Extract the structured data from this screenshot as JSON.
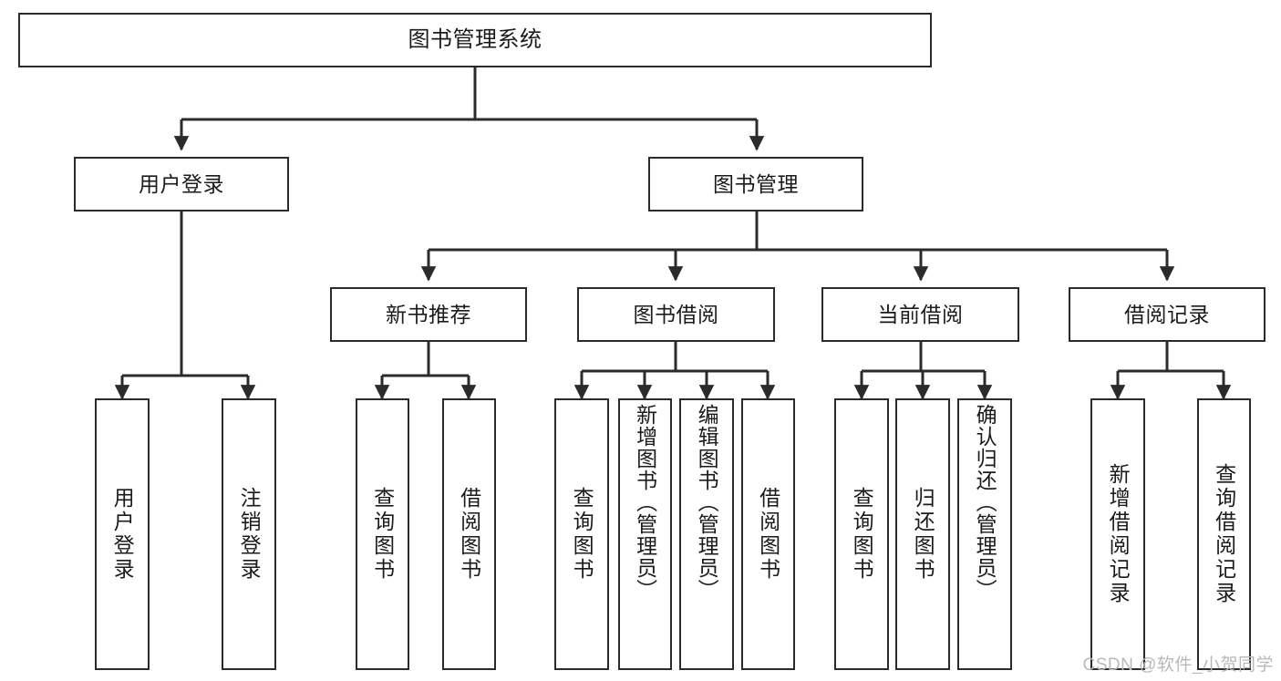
{
  "diagram": {
    "title": "图书管理系统",
    "watermark": "CSDN @软件_小贺同学",
    "stroke_color": "#2b2b2b",
    "fill_color": "#ffffff",
    "text_color": "#1b1b1b",
    "watermark_color": "#b9b9b9"
  },
  "nodes": {
    "root": {
      "label": "图书管理系统"
    },
    "level2": [
      {
        "label": "用户登录"
      },
      {
        "label": "图书管理"
      }
    ],
    "level3": [
      {
        "label": "新书推荐"
      },
      {
        "label": "图书借阅"
      },
      {
        "label": "当前借阅"
      },
      {
        "label": "借阅记录"
      }
    ],
    "leaves": {
      "user_login": [
        {
          "label": "用户登录"
        },
        {
          "label": "注销登录"
        }
      ],
      "new_book_recommend": [
        {
          "label": "查询图书"
        },
        {
          "label": "借阅图书"
        }
      ],
      "book_borrow": [
        {
          "label": "查询图书"
        },
        {
          "label": "新增图书（管理员）"
        },
        {
          "label": "编辑图书（管理员）"
        },
        {
          "label": "借阅图书"
        }
      ],
      "current_borrow": [
        {
          "label": "查询图书"
        },
        {
          "label": "归还图书"
        },
        {
          "label": "确认归还（管理员）"
        }
      ],
      "borrow_record": [
        {
          "label": "新增借阅记录"
        },
        {
          "label": "查询借阅记录"
        }
      ]
    }
  },
  "chart_data": {
    "type": "tree-diagram",
    "title": "图书管理系统",
    "orientation": "top-down",
    "tree": {
      "name": "图书管理系统",
      "children": [
        {
          "name": "用户登录",
          "children": [
            {
              "name": "用户登录"
            },
            {
              "name": "注销登录"
            }
          ]
        },
        {
          "name": "图书管理",
          "children": [
            {
              "name": "新书推荐",
              "children": [
                {
                  "name": "查询图书"
                },
                {
                  "name": "借阅图书"
                }
              ]
            },
            {
              "name": "图书借阅",
              "children": [
                {
                  "name": "查询图书"
                },
                {
                  "name": "新增图书（管理员）"
                },
                {
                  "name": "编辑图书（管理员）"
                },
                {
                  "name": "借阅图书"
                }
              ]
            },
            {
              "name": "当前借阅",
              "children": [
                {
                  "name": "查询图书"
                },
                {
                  "name": "归还图书"
                },
                {
                  "name": "确认归还（管理员）"
                }
              ]
            },
            {
              "name": "借阅记录",
              "children": [
                {
                  "name": "新增借阅记录"
                },
                {
                  "name": "查询借阅记录"
                }
              ]
            }
          ]
        }
      ]
    }
  }
}
